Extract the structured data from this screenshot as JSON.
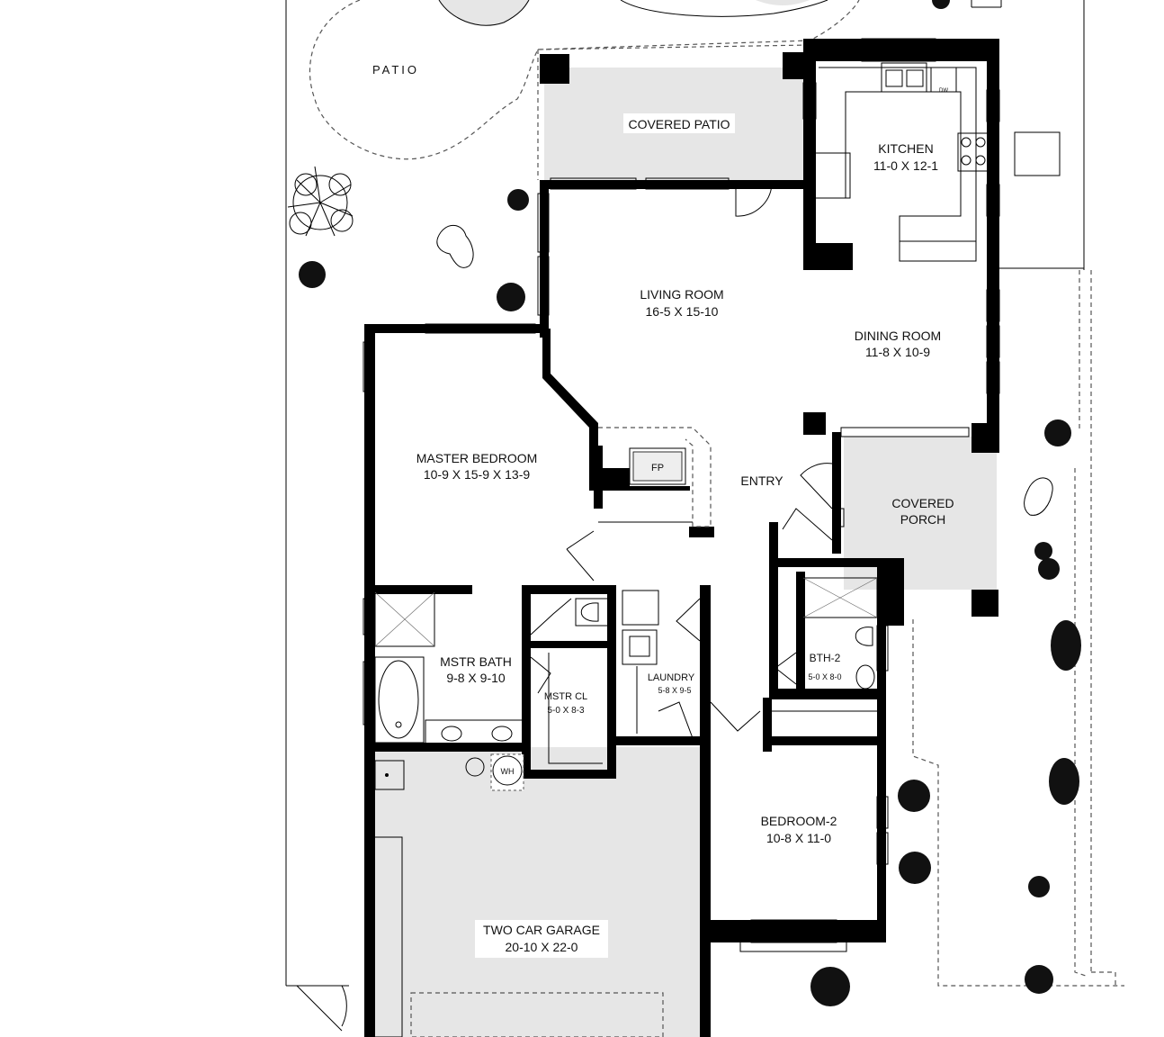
{
  "plan": {
    "outdoor": {
      "patio": "PATIO",
      "covered_patio": "COVERED PATIO",
      "covered_porch_line1": "COVERED",
      "covered_porch_line2": "PORCH"
    },
    "rooms": {
      "kitchen": {
        "name": "KITCHEN",
        "dims": "11-0 X 12-1"
      },
      "living_room": {
        "name": "LIVING ROOM",
        "dims": "16-5  X  15-10"
      },
      "dining_room": {
        "name": "DINING ROOM",
        "dims": "11-8  X  10-9"
      },
      "master_bedroom": {
        "name": "MASTER BEDROOM",
        "dims": "10-9 X 15-9 X 13-9"
      },
      "entry": {
        "name": "ENTRY"
      },
      "fireplace": {
        "name": "FP"
      },
      "master_bath": {
        "name": "MSTR BATH",
        "dims": "9-8  X  9-10"
      },
      "master_closet": {
        "name": "MSTR CL",
        "dims": "5-0 X 8-3"
      },
      "laundry": {
        "name": "LAUNDRY",
        "dims": "5-8 X 9-5"
      },
      "bath_2": {
        "name": "BTH-2",
        "dims": "5-0 X 8-0"
      },
      "bedroom_2": {
        "name": "BEDROOM-2",
        "dims": "10-8  X  11-0"
      },
      "garage": {
        "name": "TWO CAR GARAGE",
        "dims": "20-10  X  22-0"
      },
      "water_heater": {
        "name": "WH"
      },
      "dishwasher": {
        "name": "DW"
      }
    },
    "icons": [
      "shrub-icon",
      "flower-icon",
      "door-swing-icon",
      "sink-icon",
      "toilet-icon",
      "tub-icon",
      "shower-icon",
      "range-icon"
    ]
  }
}
